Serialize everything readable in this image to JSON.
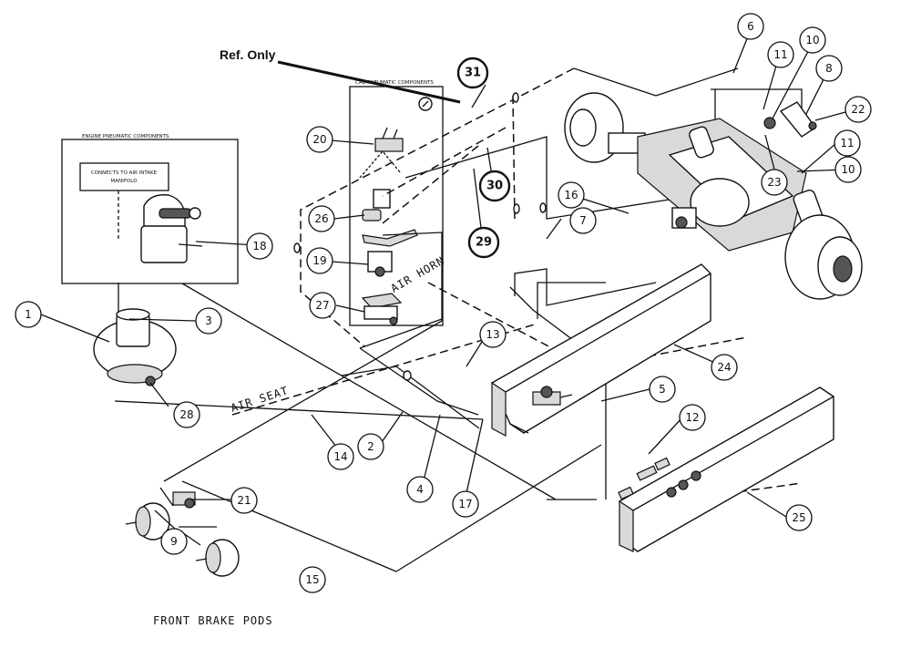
{
  "ref_note": "Ref. Only",
  "group_labels": {
    "cab": "CAB PNEUMATIC COMPONENTS",
    "engine": "ENGINE PNEUMATIC COMPONENTS",
    "connects_line1": "CONNECTS TO AIR INTAKE",
    "connects_line2": "MANIFOLD"
  },
  "text_labels": {
    "air_seat": "AIR SEAT",
    "air_horn": "AIR HORN",
    "front_brake_pods": "FRONT BRAKE PODS"
  },
  "callouts": [
    {
      "id": "c1",
      "num": "1"
    },
    {
      "id": "c2",
      "num": "2"
    },
    {
      "id": "c3",
      "num": "3"
    },
    {
      "id": "c4",
      "num": "4"
    },
    {
      "id": "c5",
      "num": "5"
    },
    {
      "id": "c6",
      "num": "6"
    },
    {
      "id": "c7",
      "num": "7"
    },
    {
      "id": "c8",
      "num": "8"
    },
    {
      "id": "c9",
      "num": "9"
    },
    {
      "id": "c10a",
      "num": "10"
    },
    {
      "id": "c10b",
      "num": "10"
    },
    {
      "id": "c11a",
      "num": "11"
    },
    {
      "id": "c11b",
      "num": "11"
    },
    {
      "id": "c12",
      "num": "12"
    },
    {
      "id": "c13",
      "num": "13"
    },
    {
      "id": "c14",
      "num": "14"
    },
    {
      "id": "c15",
      "num": "15"
    },
    {
      "id": "c16",
      "num": "16"
    },
    {
      "id": "c17",
      "num": "17"
    },
    {
      "id": "c18",
      "num": "18"
    },
    {
      "id": "c19",
      "num": "19"
    },
    {
      "id": "c20",
      "num": "20"
    },
    {
      "id": "c21",
      "num": "21"
    },
    {
      "id": "c22",
      "num": "22"
    },
    {
      "id": "c23",
      "num": "23"
    },
    {
      "id": "c24",
      "num": "24"
    },
    {
      "id": "c25",
      "num": "25"
    },
    {
      "id": "c26",
      "num": "26"
    },
    {
      "id": "c27",
      "num": "27"
    },
    {
      "id": "c28",
      "num": "28"
    },
    {
      "id": "c29",
      "num": "29"
    },
    {
      "id": "c30",
      "num": "30"
    },
    {
      "id": "c31",
      "num": "31"
    }
  ]
}
